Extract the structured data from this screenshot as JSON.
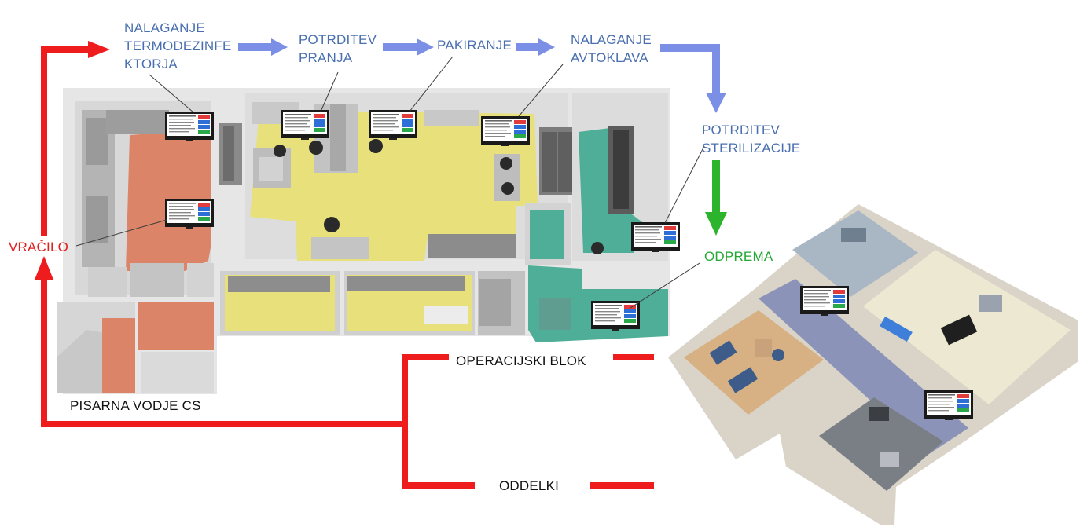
{
  "colors": {
    "flow_blue": "#7b8fe6",
    "flow_red": "#ee1c1c",
    "flow_green": "#2cb52c",
    "label_blue": "#4a6fb0",
    "label_red": "#e02020",
    "label_green": "#22a833",
    "floor_yellow": "#e8e07a",
    "floor_orange": "#dc8468",
    "floor_teal": "#4fae98",
    "floor_purple": "#8c93b8",
    "floor_cream": "#ece8d2"
  },
  "steps": {
    "nalaganje_termo_1": "NALAGANJE",
    "nalaganje_termo_2": "TERMODEZINFE",
    "nalaganje_termo_3": "KTORJA",
    "potrditev_pranja_1": "POTRDITEV",
    "potrditev_pranja_2": "PRANJA",
    "pakiranje": "PAKIRANJE",
    "nalaganje_avto_1": "NALAGANJE",
    "nalaganje_avto_2": "AVTOKLAVA",
    "potrditev_ster_1": "POTRDITEV",
    "potrditev_ster_2": "STERILIZACIJE",
    "odprema": "ODPREMA",
    "vracilo": "VRAČILO"
  },
  "destinations": {
    "operacijski_blok": "OPERACIJSKI BLOK",
    "oddelki": "ODDELKI",
    "pisarna": "PISARNA VODJE CS"
  },
  "icons": [
    "computer-monitor-icon"
  ]
}
